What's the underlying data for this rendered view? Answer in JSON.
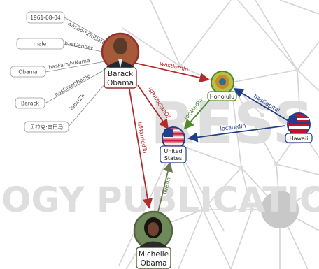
{
  "nodes": {
    "obama": {
      "label_line1": "Barack",
      "label_line2": "Obama"
    },
    "michelle": {
      "label_line1": "Michelle",
      "label_line2": "Obama"
    },
    "us": {
      "label_line1": "United",
      "label_line2": "States"
    },
    "honolulu": {
      "label": "Honolulu"
    },
    "hawaii": {
      "label": "Hawaii"
    }
  },
  "literals": {
    "birth_date": "1961-08-04",
    "gender": "male",
    "family_name": "Obama",
    "given_name": "Barack",
    "chinese_label": "贝拉克·奥巴马"
  },
  "relations": {
    "was_born_on_date": "wasBornOnDate",
    "has_gender": "hasGender",
    "has_family_name": "hasFamilyName",
    "has_given_name": "hasGivenName",
    "label_zh": "labelZh",
    "was_born_in": "wasBornIn",
    "is_politician_of": "isPoliticianOf",
    "is_married_to": "isMarriedTo",
    "lives_in": "livesIn",
    "located_in_honolulu": "locatedIn",
    "has_capital": "hasCapital",
    "located_in_hawaii": "locatedIn"
  },
  "watermark": {
    "word1": "RESS",
    "word2": "OGY PUBLICATIONS"
  },
  "colors": {
    "red": "#b22b2b",
    "green": "#4f8a2a",
    "blue": "#1f3f88",
    "olive": "#6b7a50"
  }
}
